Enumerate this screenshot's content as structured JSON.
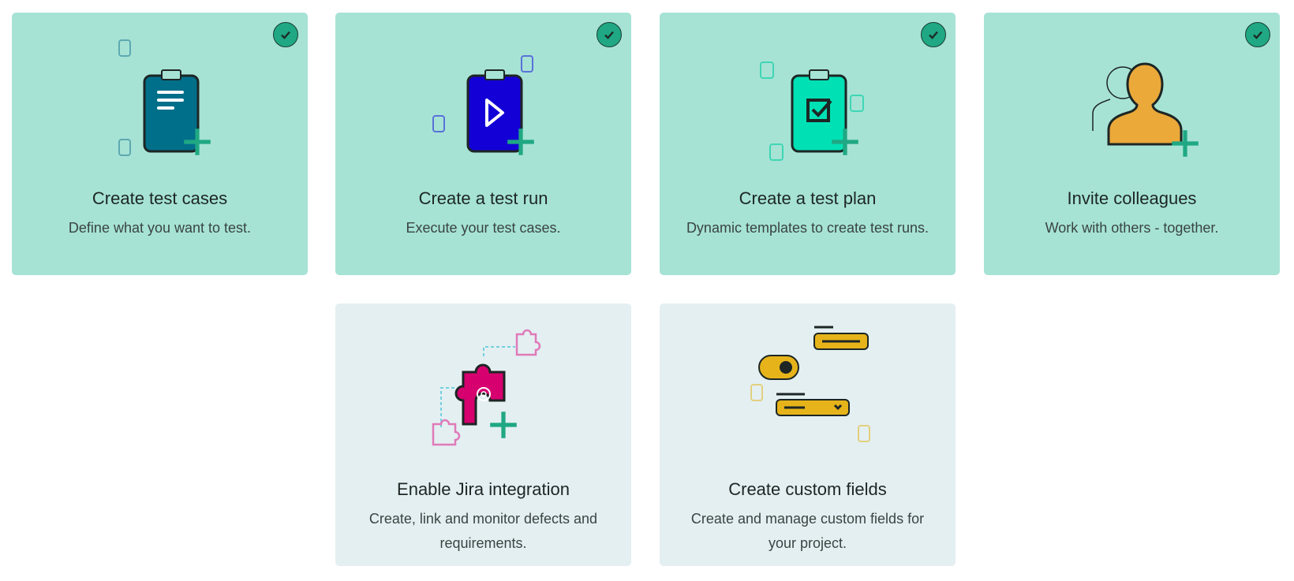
{
  "cards": [
    {
      "title": "Create test cases",
      "description": "Define what you want to test.",
      "completed": true,
      "icon": "clipboard-list-icon"
    },
    {
      "title": "Create a test run",
      "description": "Execute your test cases.",
      "completed": true,
      "icon": "clipboard-play-icon"
    },
    {
      "title": "Create a test plan",
      "description": "Dynamic templates to create test runs.",
      "completed": true,
      "icon": "clipboard-check-icon"
    },
    {
      "title": "Invite colleagues",
      "description": "Work with others - together.",
      "completed": true,
      "icon": "user-add-icon"
    },
    {
      "title": "Enable Jira integration",
      "description": "Create, link and monitor defects and requirements.",
      "completed": false,
      "icon": "puzzle-gear-icon"
    },
    {
      "title": "Create custom fields",
      "description": "Create and manage custom fields for your project.",
      "completed": false,
      "icon": "form-fields-icon"
    }
  ],
  "colors": {
    "done_bg": "#a6e3d5",
    "todo_bg": "#e4eff2",
    "check": "#1fa883",
    "plus": "#1fa883"
  }
}
